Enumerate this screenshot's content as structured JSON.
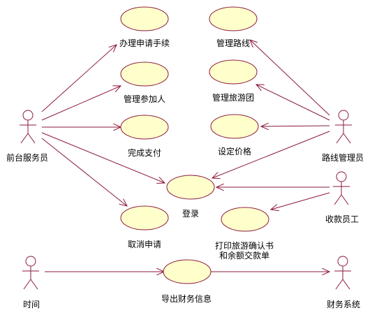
{
  "colors": {
    "line": "#8b1a3a",
    "ellipse_fill": "#ffffcc",
    "text": "#000000"
  },
  "actors": {
    "front_desk": "前台服务员",
    "route_manager": "路线管理员",
    "cashier": "收款员工",
    "time": "时间",
    "finance_system": "财务系统"
  },
  "use_cases": {
    "apply": "办理申请手续",
    "manage_participants": "管理参加人",
    "complete_payment": "完成支付",
    "login": "登录",
    "cancel_apply": "取消申请",
    "manage_routes": "管理路线",
    "manage_tour_groups": "管理旅游团",
    "set_price": "设定价格",
    "print_confirmation_line1": "打印旅游确认书",
    "print_confirmation_line2": "和余额交款单",
    "export_finance": "导出财务信息"
  }
}
